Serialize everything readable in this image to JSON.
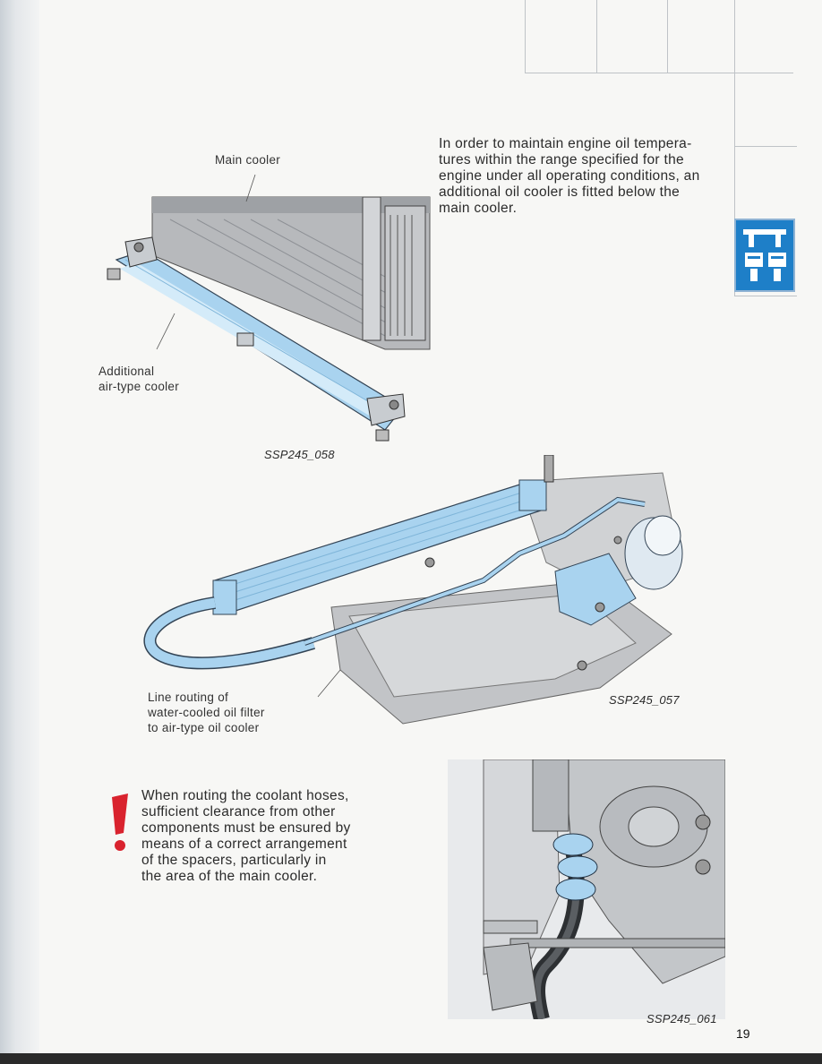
{
  "intro": {
    "lines": [
      "In order to maintain engine oil tempera-",
      "tures within the range specified for the",
      "engine under all operating conditions, an",
      "additional oil cooler is fitted below the",
      "main cooler."
    ]
  },
  "figure1": {
    "label_main_cooler": "Main cooler",
    "label_additional": [
      "Additional",
      "air-type cooler"
    ],
    "code": "SSP245_058"
  },
  "figure2": {
    "label_routing": [
      "Line routing of",
      "water-cooled oil filter",
      "to air-type oil cooler"
    ],
    "code": "SSP245_057"
  },
  "warning": {
    "lines": [
      "When routing the coolant hoses,",
      "sufficient clearance from other",
      "components must be ensured by",
      "means of a correct arrangement",
      "of the spacers, particularly in",
      "the area of the main cooler."
    ],
    "icon": "exclamation-icon",
    "accent": "#d9232e"
  },
  "figure3": {
    "code": "SSP245_061"
  },
  "page_number": "19",
  "colors": {
    "cooler_blue": "#a9d3ef",
    "section_blue": "#1e7fc8"
  }
}
